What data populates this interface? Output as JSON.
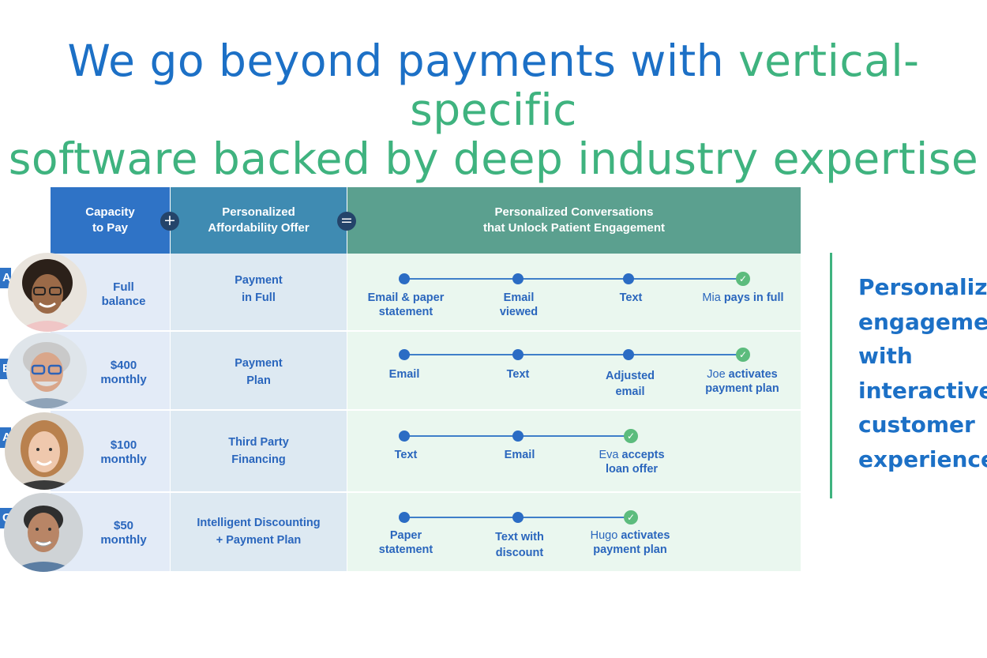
{
  "headline": {
    "line1_blue": "We go beyond payments with ",
    "line1_green": "vertical-specific",
    "line2_green": "software backed by deep industry expertise"
  },
  "table": {
    "headers": {
      "capacity": "Capacity\nto Pay",
      "offer": "Personalized\nAffordability Offer",
      "conversations": "Personalized Conversations\nthat Unlock Patient Engagement"
    },
    "operators": {
      "plus": "+",
      "equals": "="
    },
    "rows": [
      {
        "name_tag": "A",
        "capacity": "Full\nbalance",
        "offer": "Payment\nin Full",
        "steps": [
          {
            "label": "Email & paper\nstatement"
          },
          {
            "label": "Email\nviewed"
          },
          {
            "label": "Text"
          },
          {
            "prefix": "Mia ",
            "label": "pays in full"
          }
        ]
      },
      {
        "name_tag": "E",
        "capacity": "$400\nmonthly",
        "offer": "Payment\nPlan",
        "steps": [
          {
            "label": "Email"
          },
          {
            "label": "Text"
          },
          {
            "label": "Adjusted\nemail"
          },
          {
            "prefix": "Joe ",
            "label": "activates\npayment plan"
          }
        ]
      },
      {
        "name_tag": "A",
        "capacity": "$100\nmonthly",
        "offer": "Third Party\nFinancing",
        "steps": [
          {
            "label": "Text"
          },
          {
            "label": "Email"
          },
          {
            "prefix": "Eva ",
            "label": "accepts\nloan offer"
          }
        ]
      },
      {
        "name_tag": "GO",
        "capacity": "$50\nmonthly",
        "offer": "Intelligent Discounting\n+ Payment Plan",
        "steps": [
          {
            "label": "Paper\nstatement"
          },
          {
            "label": "Text with\ndiscount"
          },
          {
            "prefix": "Hugo ",
            "label": "activates\npayment plan"
          }
        ]
      }
    ]
  },
  "sidebar": {
    "lines": [
      "Personalized",
      "engagement",
      "with",
      "interactive",
      "customer",
      "experiences"
    ]
  },
  "colors": {
    "blue": "#1c70c6",
    "green": "#3fb37f",
    "header_capacity": "#2f73c6",
    "header_offer": "#3f8bb2",
    "header_conversations": "#5ba08f"
  }
}
